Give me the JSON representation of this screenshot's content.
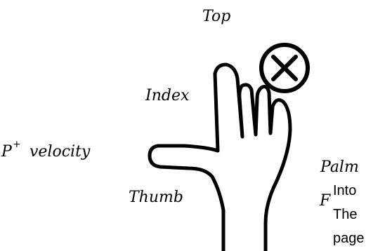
{
  "labels": {
    "top": "Top",
    "index": "Index",
    "velocity_base": "P",
    "velocity_sup": "+",
    "velocity_word": "velocity",
    "palm": "Palm",
    "thumb": "Thumb",
    "force": "F"
  },
  "into_page": [
    "Into",
    "The",
    "page"
  ],
  "symbols": {
    "into_page_marker": "circle-x-icon"
  },
  "colors": {
    "ink": "#000000",
    "background": "#ffffff"
  }
}
